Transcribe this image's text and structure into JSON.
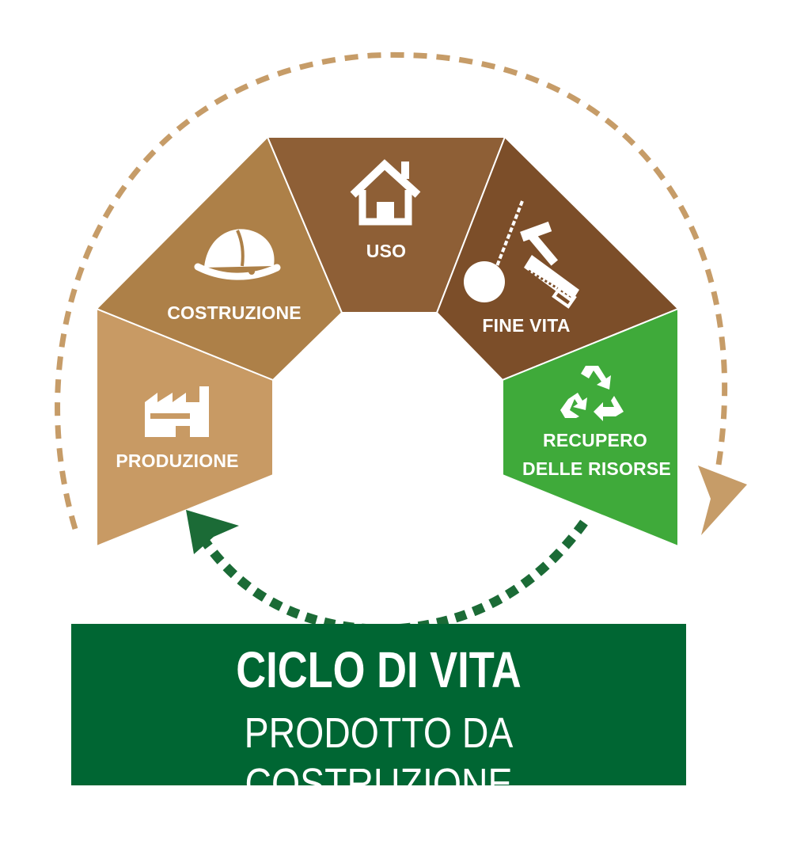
{
  "colors": {
    "produzione": "#c89a64",
    "costruzione": "#ad8048",
    "uso": "#8e5f36",
    "fine_vita": "#7c4e29",
    "recupero": "#3faa3a",
    "outer_arrow": "#c69c68",
    "inner_arrow": "#1b6b36",
    "banner": "#006633"
  },
  "segments": {
    "produzione": {
      "label": "PRODUZIONE",
      "icon": "factory-icon"
    },
    "costruzione": {
      "label": "COSTRUZIONE",
      "icon": "hard-hat-icon"
    },
    "uso": {
      "label": "USO",
      "icon": "house-icon"
    },
    "fine_vita": {
      "label": "FINE VITA",
      "icon": "demolition-tools-icon"
    },
    "recupero": {
      "label_line1": "RECUPERO",
      "label_line2": "DELLE RISORSE",
      "icon": "recycle-icon"
    }
  },
  "banner": {
    "title": "CICLO DI VITA",
    "subtitle": "PRODOTTO DA COSTRUZIONE"
  }
}
